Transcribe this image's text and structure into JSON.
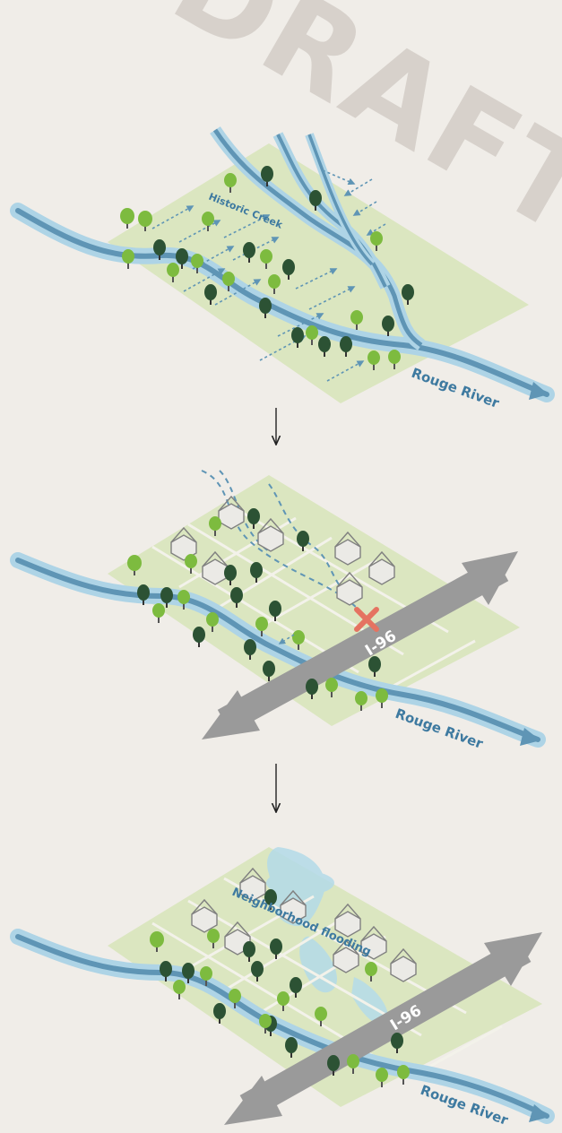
{
  "watermark": "DRAFT",
  "panels": [
    {
      "id": "panel-1",
      "labels": {
        "creek": "Historic Creek",
        "river": "Rouge River"
      }
    },
    {
      "id": "panel-2",
      "labels": {
        "highway": "I-96",
        "river": "Rouge River"
      }
    },
    {
      "id": "panel-3",
      "labels": {
        "flood": "Neighborhood flooding",
        "highway": "I-96",
        "river": "Rouge River"
      }
    }
  ],
  "colors": {
    "background": "#f0ede8",
    "land": "#dbe6c0",
    "river": "#5f95b5",
    "river_halo": "#aed4e6",
    "tree_dark": "#2c5234",
    "tree_light": "#7dbb3f",
    "highway": "#9a9a9a",
    "house_stroke": "#808080",
    "cross": "#e57361",
    "flood": "#b4dbe9",
    "watermark": "#cfc9c3"
  },
  "icons": [
    "down-arrow-icon",
    "tree-icon",
    "house-icon",
    "cross-icon",
    "flow-arrow-icon"
  ]
}
